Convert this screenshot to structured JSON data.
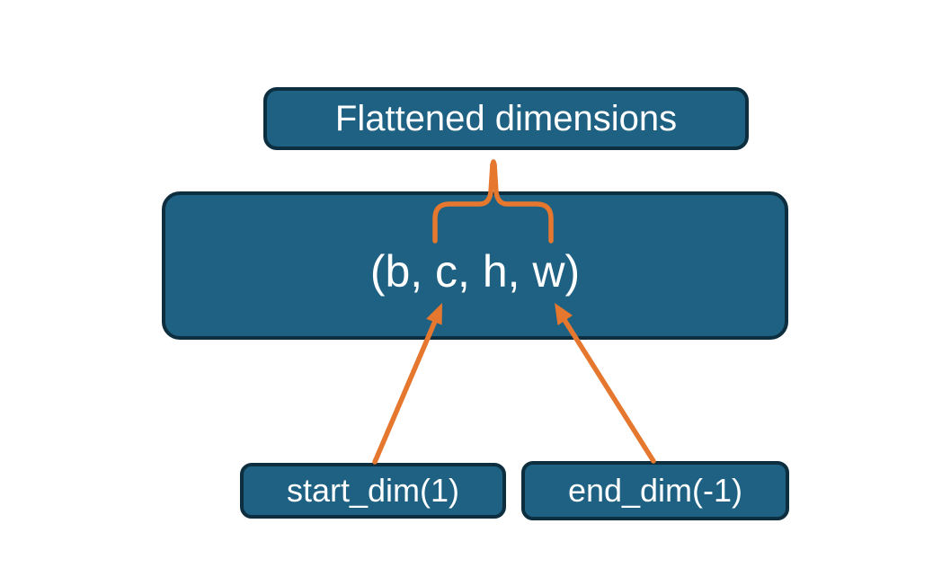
{
  "colors": {
    "background": "#ffffff",
    "node_fill": "#1e6183",
    "node_border": "#0d2e3f",
    "accent_orange": "#e5772e",
    "text": "#ffffff"
  },
  "nodes": {
    "flattened": {
      "label": "Flattened dimensions"
    },
    "tensor": {
      "label": "(b, c, h, w)"
    },
    "start_dim": {
      "label": "start_dim(1)"
    },
    "end_dim": {
      "label": "end_dim(-1)"
    }
  },
  "connectors": {
    "brace": "curly-brace-spanning-c-h-w-up-to-flattened-box",
    "start_arrow": "arrow-from-start_dim-box-to-dimension-c",
    "end_arrow": "arrow-from-end_dim-box-to-dimension-w"
  }
}
